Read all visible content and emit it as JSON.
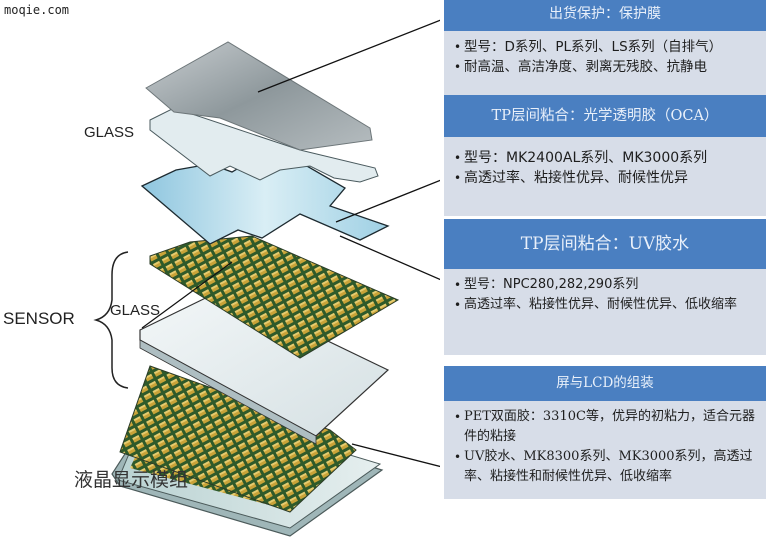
{
  "watermark": "moqie.com",
  "diagram": {
    "title_labels": {
      "glass_top": "GLASS",
      "sensor": "SENSOR",
      "glass_mid": "GLASS",
      "lcd_module": "液晶显示模组"
    },
    "colors": {
      "panel_header": "#4a7fc1",
      "panel_body": "#d7dde8",
      "film_gray": "#9ea6aa",
      "oca_blue": "#a9d4e6",
      "sensor_gold": "#c9a338",
      "sensor_green": "#2f5a2a",
      "glass_light": "#e6eef0"
    }
  },
  "panels": [
    {
      "header": "出货保护：保护膜",
      "items": [
        "型号：D系列、PL系列、LS系列（自排气）",
        "耐高温、高洁净度、剥离无残胶、抗静电"
      ]
    },
    {
      "header": "TP层间粘合：光学透明胶（OCA）",
      "items": [
        "型号：MK2400AL系列、MK3000系列",
        "高透过率、粘接性优异、耐候性优异"
      ]
    },
    {
      "header": "TP层间粘合：UV胶水",
      "items": [
        "型号：NPC280,282,290系列",
        "高透过率、粘接性优异、耐候性优异、低收缩率"
      ]
    },
    {
      "header": "屏与LCD的组装",
      "items": [
        "PET双面胶：3310C等，优异的初粘力，适合元器件的粘接",
        "UV胶水、MK8300系列、MK3000系列，高透过率、粘接性和耐候性优异、低收缩率"
      ]
    }
  ],
  "bullet": "•"
}
